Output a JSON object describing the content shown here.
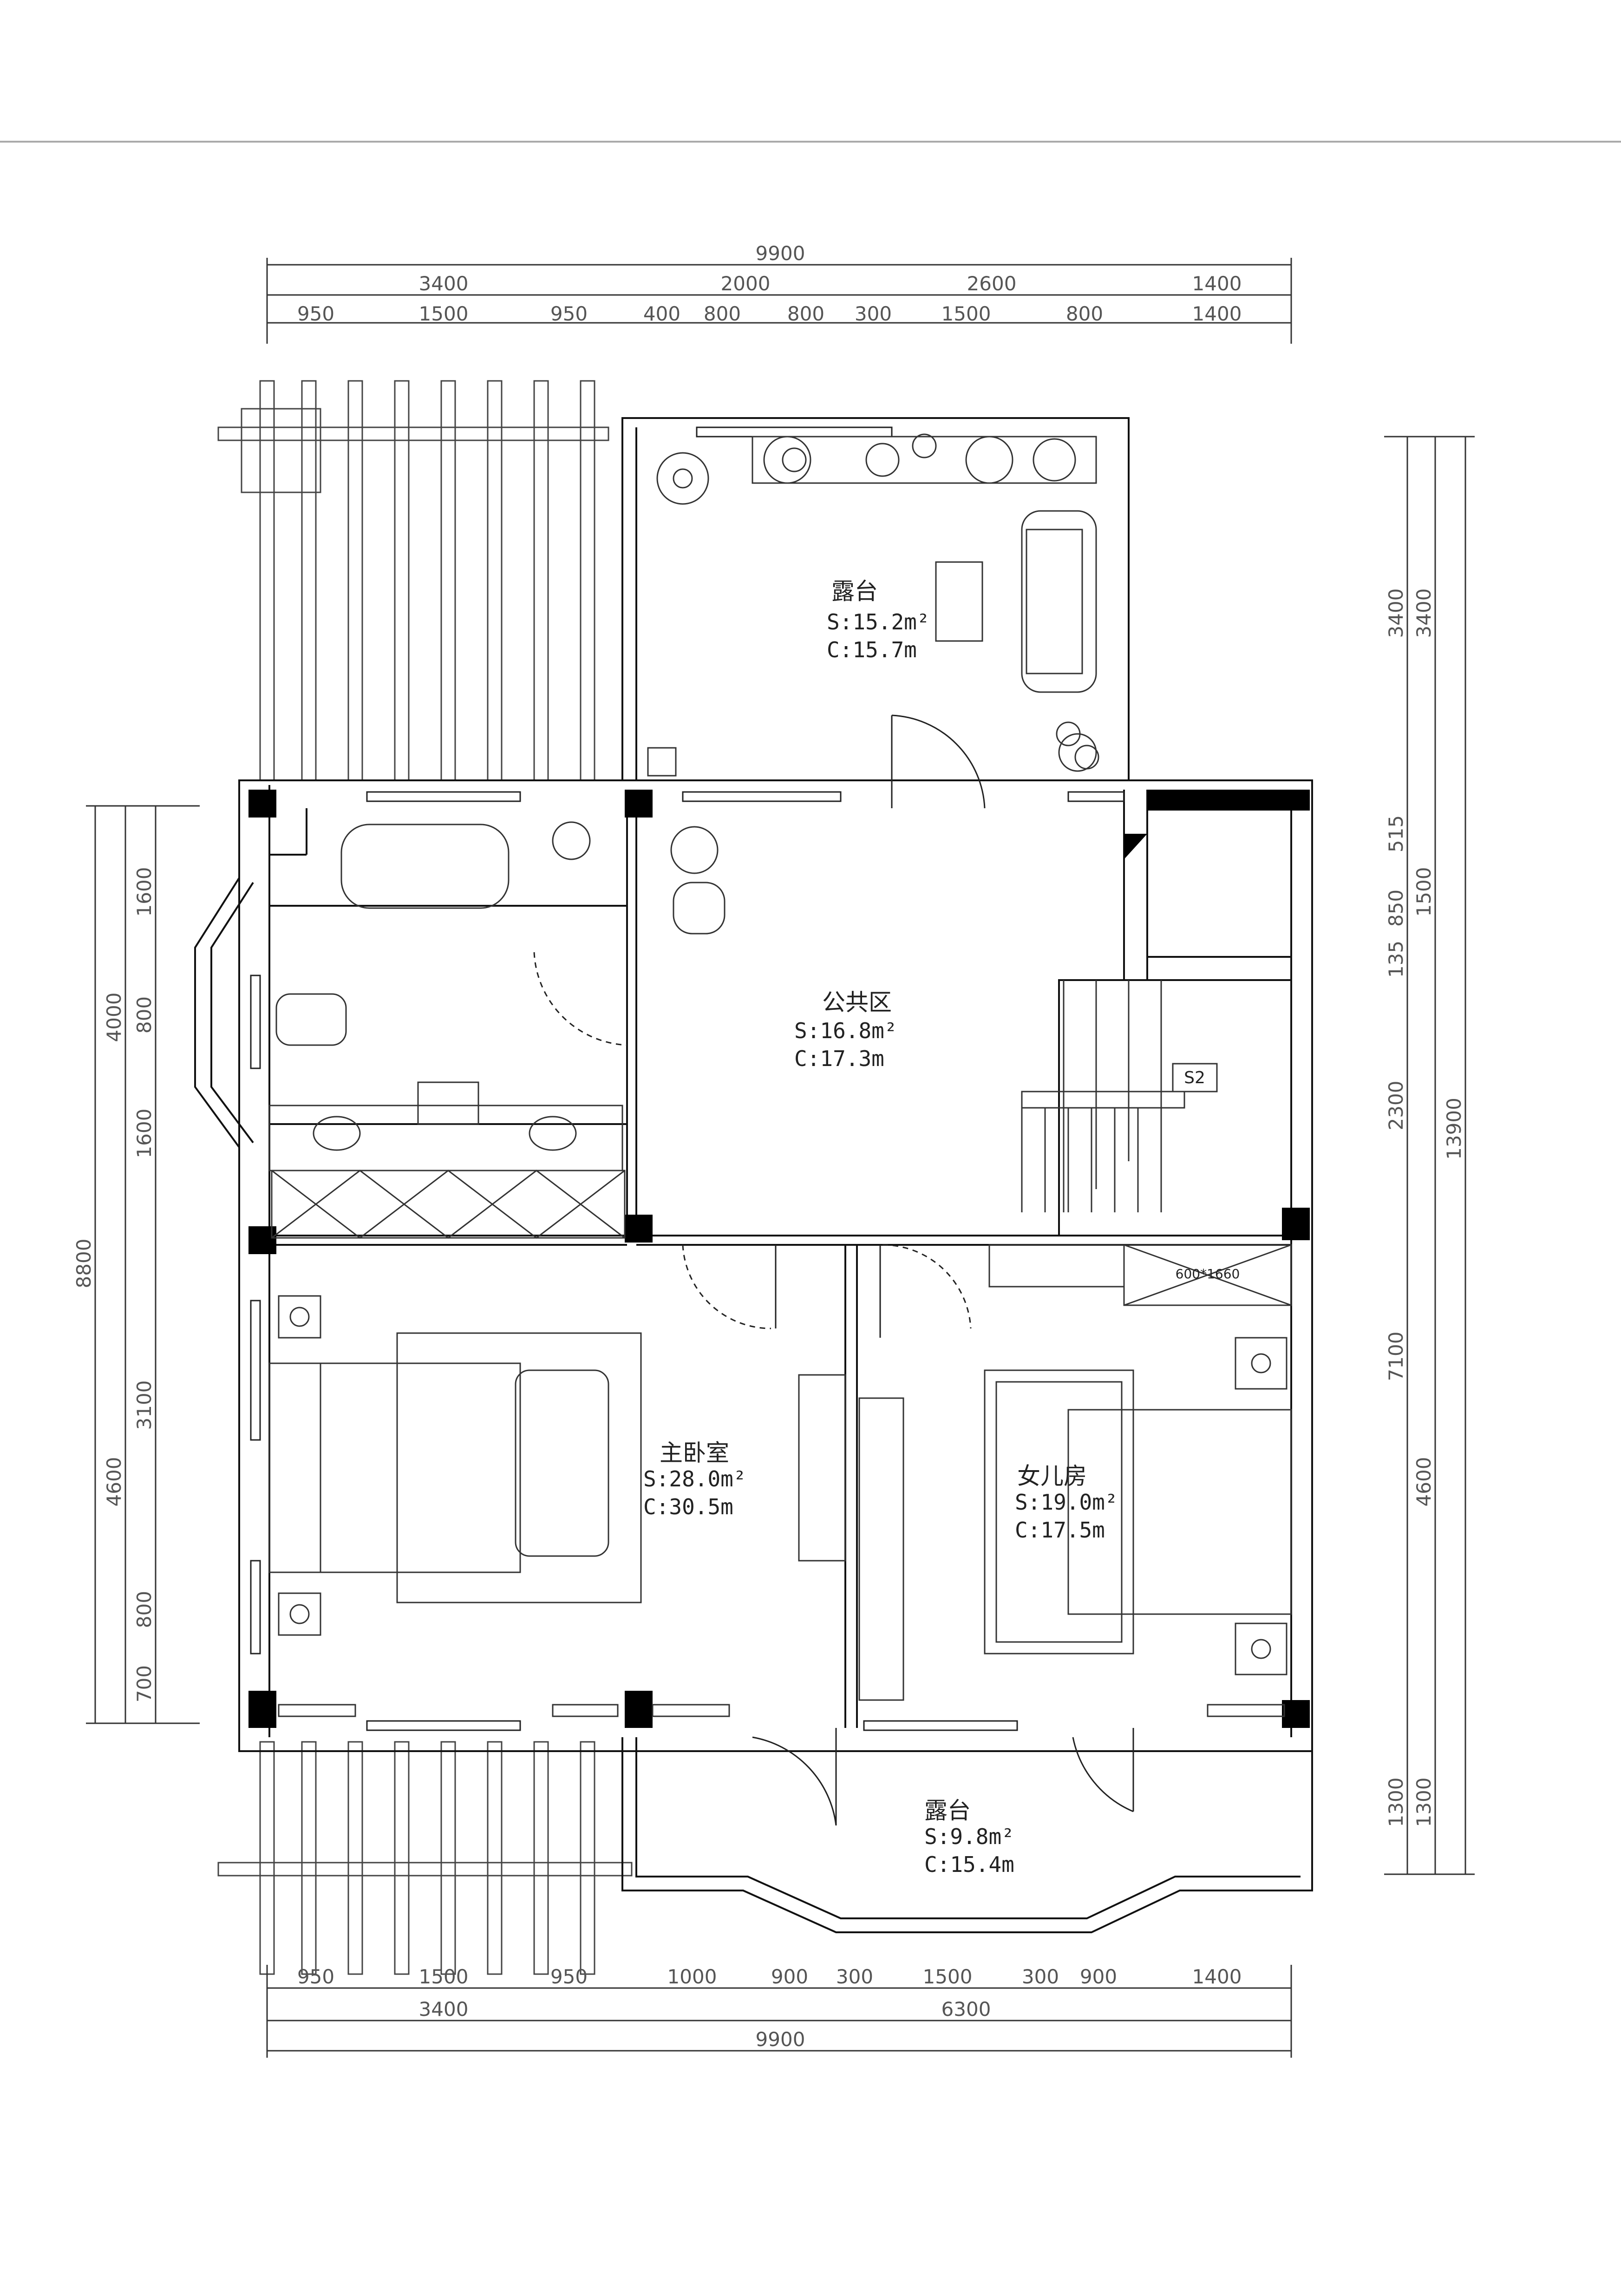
{
  "plan": {
    "rooms": [
      {
        "id": "terrace-north",
        "name": "露台",
        "area": "S:15.2m²",
        "perimeter": "C:15.7m"
      },
      {
        "id": "public-area",
        "name": "公共区",
        "area": "S:16.8m²",
        "perimeter": "C:17.3m"
      },
      {
        "id": "master-bedroom",
        "name": "主卧室",
        "area": "S:28.0m²",
        "perimeter": "C:30.5m"
      },
      {
        "id": "daughter-room",
        "name": "女儿房",
        "area": "S:19.0m²",
        "perimeter": "C:17.5m"
      },
      {
        "id": "terrace-south",
        "name": "露台",
        "area": "S:9.8m²",
        "perimeter": "C:15.4m"
      }
    ],
    "stair_label": "S2",
    "cabinet_label": "600*1660"
  },
  "dimensions": {
    "top_total": "9900",
    "top_mid": [
      "3400",
      "2000",
      "2600",
      "1400"
    ],
    "top_fine": [
      "950",
      "1500",
      "950",
      "400",
      "800",
      "800",
      "300",
      "1500",
      "800",
      "1400"
    ],
    "bottom_fine": [
      "950",
      "1500",
      "950",
      "1000",
      "900",
      "300",
      "1500",
      "300",
      "900",
      "1400"
    ],
    "bottom_mid": [
      "3400",
      "6300"
    ],
    "bottom_total": "9900",
    "left_fine": [
      "1600",
      "800",
      "1600",
      "3100",
      "800",
      "700"
    ],
    "left_mid": [
      "4000",
      "4600"
    ],
    "left_total": "8800",
    "right_fine": [
      "3400",
      "515",
      "850",
      "135",
      "2300",
      "7100",
      "1300"
    ],
    "right_mid": [
      "3400",
      "1500",
      "4600",
      "1300"
    ],
    "right_total": "13900"
  }
}
